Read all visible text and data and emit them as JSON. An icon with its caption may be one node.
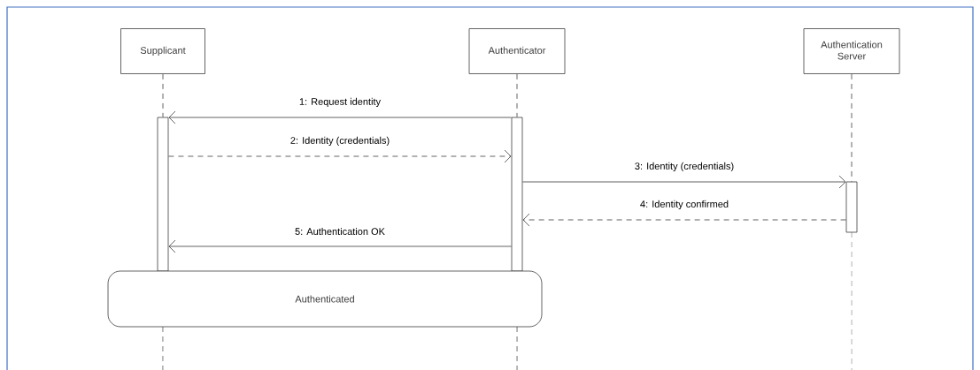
{
  "diagram": {
    "nodes": [
      {
        "text": [
          "Supplicant"
        ]
      },
      {
        "text": [
          "Authenticator"
        ]
      },
      {
        "text": [
          "Authentication Server"
        ]
      },
      {
        "text": [],
        "shape": "bar"
      },
      {
        "text": [],
        "shape": "bar"
      },
      {
        "text": [],
        "shape": "bar"
      },
      {
        "text": [
          "Authenticated"
        ]
      }
    ],
    "edges": [
      {
        "from": 0,
        "to": 3,
        "arrow": "none",
        "style": "dashed"
      },
      {
        "from": 1,
        "to": 4,
        "arrow": "none",
        "style": "dashed"
      },
      {
        "from": 2,
        "to": 5,
        "arrow": "none",
        "style": "dashed"
      },
      {
        "from": 4,
        "to": 3,
        "arrow": "to",
        "label": "1: Request identity"
      },
      {
        "from": 3,
        "to": 4,
        "arrow": "to",
        "label": "2: Identity (credentials)",
        "style": "dashed"
      },
      {
        "from": 4,
        "to": 5,
        "arrow": "to",
        "label": "3: Identity (credentials)"
      },
      {
        "from": 5,
        "to": 4,
        "arrow": "to",
        "label": "4: Identity confirmed",
        "style": "dashed"
      },
      {
        "from": 4,
        "to": 3,
        "arrow": "to",
        "label": "5: Authentication OK"
      }
    ]
  }
}
